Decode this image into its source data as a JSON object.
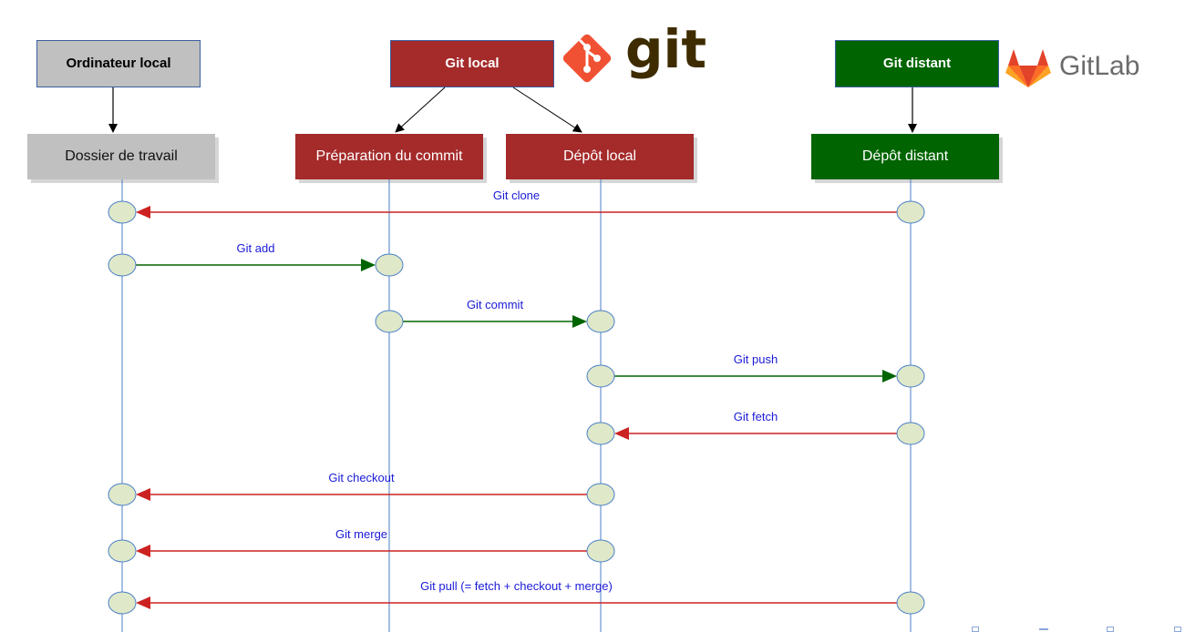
{
  "headers": {
    "local_computer": "Ordinateur local",
    "git_local": "Git local",
    "git_remote": "Git distant"
  },
  "areas": {
    "working_dir": "Dossier de travail",
    "staging": "Préparation du commit",
    "local_repo": "Dépôt local",
    "remote_repo": "Dépôt distant"
  },
  "logos": {
    "git": "git",
    "gitlab": "GitLab"
  },
  "operations": [
    {
      "label": "Git clone",
      "from": "remote_repo",
      "to": "working_dir",
      "color": "#cc2222"
    },
    {
      "label": "Git add",
      "from": "working_dir",
      "to": "staging",
      "color": "#006400"
    },
    {
      "label": "Git commit",
      "from": "staging",
      "to": "local_repo",
      "color": "#006400"
    },
    {
      "label": "Git push",
      "from": "local_repo",
      "to": "remote_repo",
      "color": "#006400"
    },
    {
      "label": "Git fetch",
      "from": "remote_repo",
      "to": "local_repo",
      "color": "#cc2222"
    },
    {
      "label": "Git checkout",
      "from": "local_repo",
      "to": "working_dir",
      "color": "#cc2222"
    },
    {
      "label": "Git merge",
      "from": "local_repo",
      "to": "working_dir",
      "color": "#cc2222"
    },
    {
      "label": "Git pull (= fetch + checkout + merge)",
      "from": "remote_repo",
      "to": "working_dir",
      "color": "#cc2222"
    }
  ],
  "colors": {
    "lifeline": "#4a7fc8",
    "node_fill": "#dfe8c8",
    "node_stroke": "#4a7fc8",
    "label": "#1a1ad8",
    "git_orange": "#f05133",
    "git_brown": "#3e2c00",
    "gitlab_grey": "#6b6b6b"
  }
}
